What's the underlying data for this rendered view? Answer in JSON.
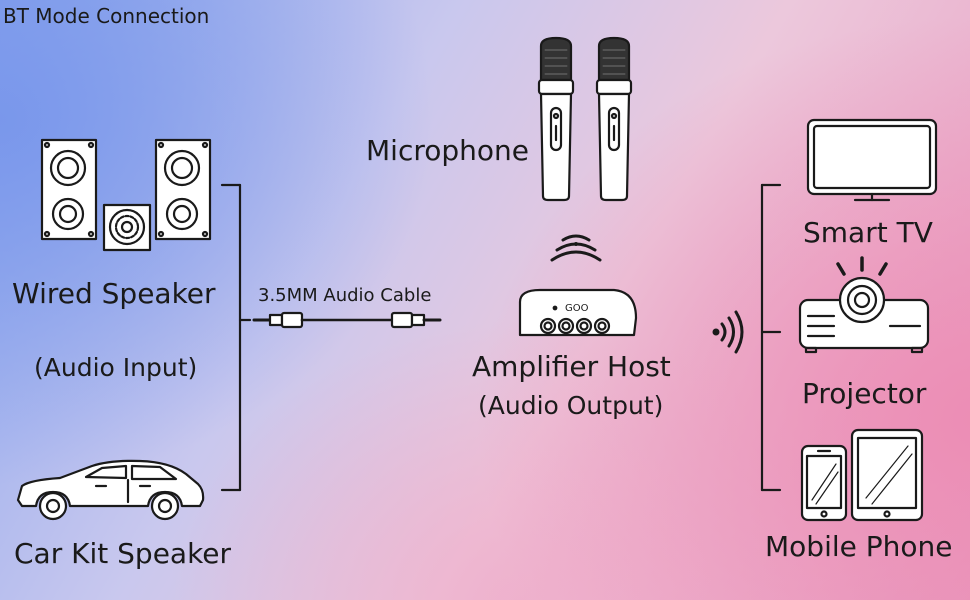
{
  "title": "BT Mode Connection",
  "inputs": {
    "wired_speaker": "Wired Speaker",
    "audio_input": "(Audio Input)",
    "car_kit_speaker": "Car Kit Speaker"
  },
  "cable": {
    "label": "3.5MM Audio Cable"
  },
  "center": {
    "microphone": "Microphone",
    "amplifier_host": "Amplifier Host",
    "audio_output": "(Audio Output)"
  },
  "outputs": {
    "smart_tv": "Smart TV",
    "projector": "Projector",
    "mobile_phone": "Mobile Phone"
  },
  "colors": {
    "background_left": "#8aa6ee",
    "background_right": "#e99bbf",
    "ink": "#1a1a1a"
  }
}
